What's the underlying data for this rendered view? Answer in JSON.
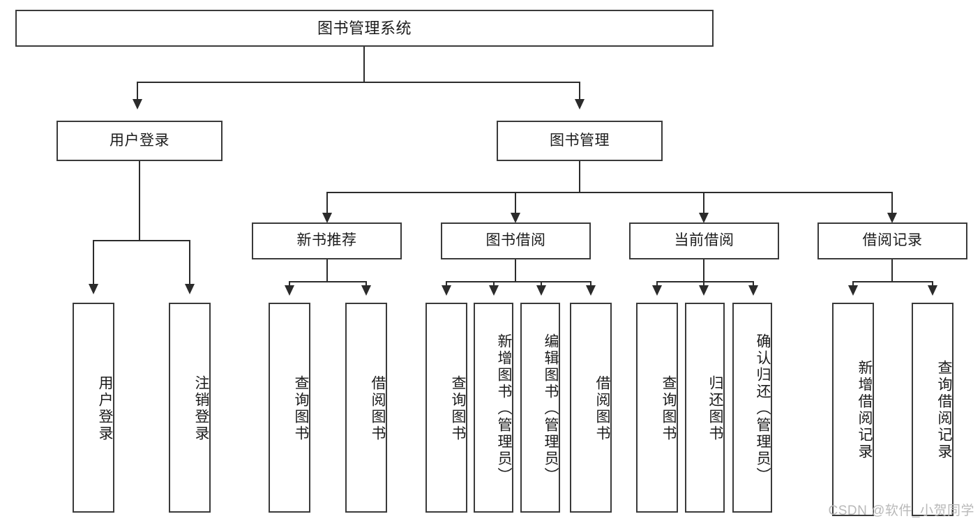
{
  "diagram": {
    "title": "图书管理系统",
    "type": "tree",
    "watermark": "CSDN @软件_小贺同学"
  },
  "root": {
    "label": "图书管理系统"
  },
  "level2": [
    {
      "label": "用户登录"
    },
    {
      "label": "图书管理"
    }
  ],
  "level3": [
    {
      "label": "新书推荐"
    },
    {
      "label": "图书借阅"
    },
    {
      "label": "当前借阅"
    },
    {
      "label": "借阅记录"
    }
  ],
  "leaves": {
    "user_login": [
      {
        "label": "用户登录"
      },
      {
        "label": "注销登录"
      }
    ],
    "new_book": [
      {
        "label": "查询图书"
      },
      {
        "label": "借阅图书"
      }
    ],
    "book_borrow": [
      {
        "label": "查询图书"
      },
      {
        "label": "新增图书（管理员）"
      },
      {
        "label": "编辑图书（管理员）"
      },
      {
        "label": "借阅图书"
      }
    ],
    "current_borrow": [
      {
        "label": "查询图书"
      },
      {
        "label": "归还图书"
      },
      {
        "label": "确认归还（管理员）"
      }
    ],
    "borrow_record": [
      {
        "label": "新增借阅记录"
      },
      {
        "label": "查询借阅记录"
      }
    ]
  }
}
